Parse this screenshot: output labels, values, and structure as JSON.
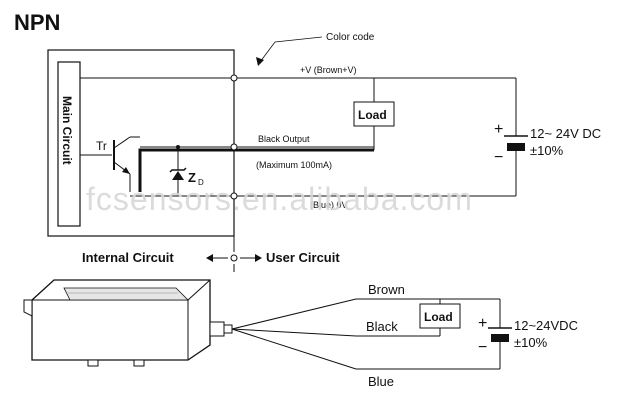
{
  "title": "NPN",
  "color_code_label": "Color code",
  "main_circuit_label": "Main Circuit",
  "transistor_label": "Tr",
  "zener_label": "Z",
  "zener_sub": "D",
  "wire_top_label": "+V (Brown+V)",
  "load_label": "Load",
  "black_output_label": "Black  Output",
  "max_current_label": "(Maximum 100mA)",
  "blue_label": "(Blue) 0V",
  "supply_voltage": "12~ 24V DC",
  "supply_tolerance": "±10%",
  "plus_sign": "+",
  "minus_sign": "−",
  "internal_circuit_label": "Internal Circuit",
  "user_circuit_label": "User Circuit",
  "wiring": {
    "brown_label": "Brown",
    "black_label": "Black",
    "blue_label": "Blue",
    "load_label": "Load",
    "supply_voltage": "12~24VDC",
    "supply_tolerance": "±10%",
    "plus_sign": "+",
    "minus_sign": "−"
  },
  "watermark": "fcsensors.en.alibaba.com"
}
